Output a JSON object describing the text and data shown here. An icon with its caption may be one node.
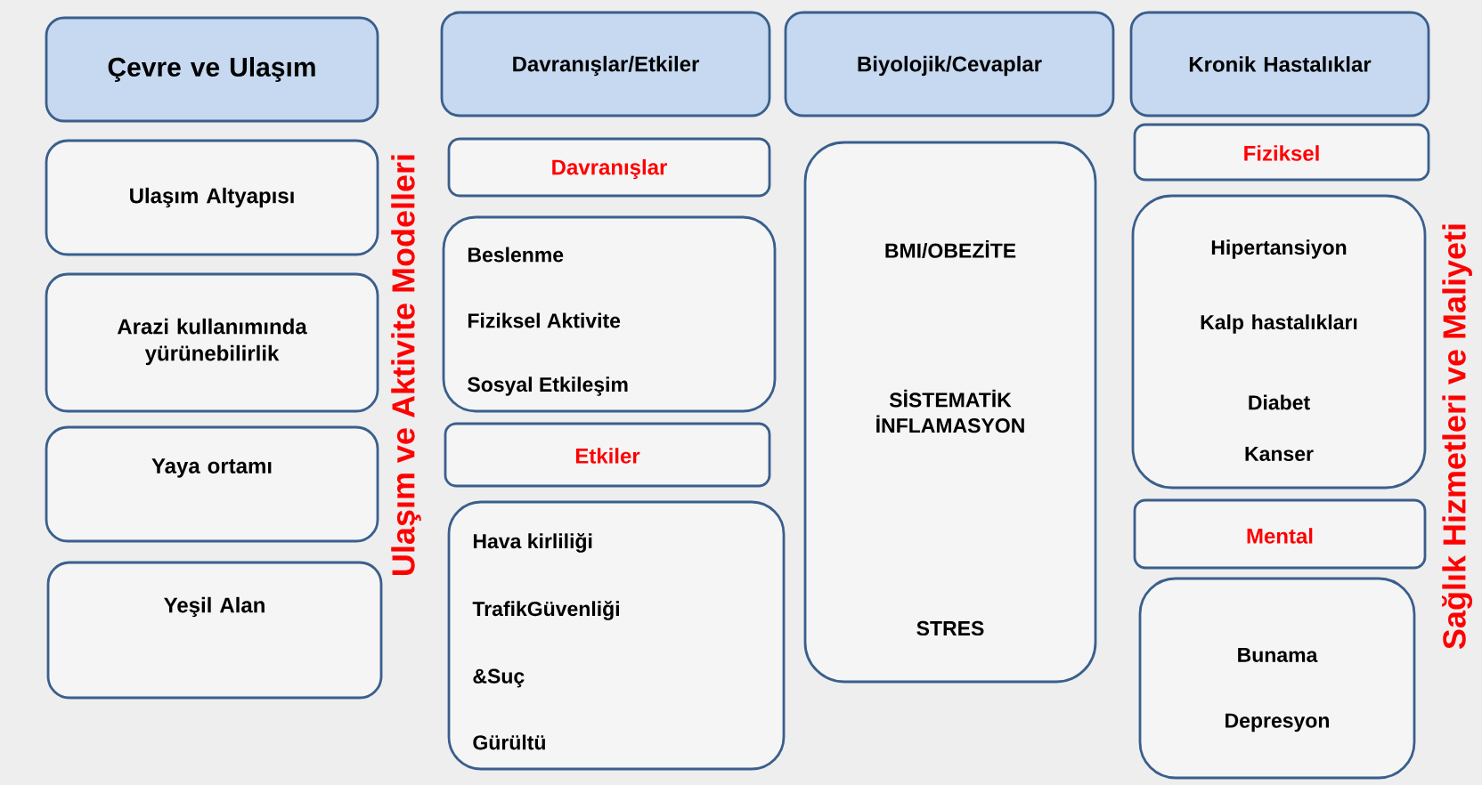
{
  "diagram": {
    "nodes": [
      {
        "text": [
          "Çevre ve Ulaşım"
        ]
      },
      {
        "text": [
          "Ulaşım Altyapısı"
        ]
      },
      {
        "text": [
          "Arazi kullanımında yürünebilirlik"
        ]
      },
      {
        "text": [
          "Yaya ortamı"
        ]
      },
      {
        "text": [
          "Yeşil Alan"
        ]
      },
      {
        "text": [
          "Davranışlar/Etkiler"
        ]
      },
      {
        "text": [
          "Davranışlar"
        ]
      },
      {
        "text": [
          "Beslenme",
          "Fiziksel Aktivite",
          "Sosyal Etkileşim"
        ]
      },
      {
        "text": [
          "Etkiler"
        ]
      },
      {
        "text": [
          "Hava kirliliği",
          "TrafikGüvenliği",
          "&Suç",
          "Gürültü"
        ]
      },
      {
        "text": [
          "Biyolojik/Cevaplar"
        ]
      },
      {
        "text": [
          "BMI/OBEZİTE",
          "SİSTEMATİK İNFLAMASYON",
          "STRES"
        ]
      },
      {
        "text": [
          "Kronik Hastalıklar"
        ]
      },
      {
        "text": [
          "Fiziksel"
        ]
      },
      {
        "text": [
          "Hipertansiyon",
          "Kalp hastalıkları",
          "Diabet",
          "Kanser"
        ]
      },
      {
        "text": [
          "Mental"
        ]
      },
      {
        "text": [
          "Bunama",
          "Depresyon"
        ]
      }
    ],
    "labels": [
      "Ulaşım ve Aktivite Modelleri",
      "Sağlık Hizmetleri ve Maliyeti"
    ]
  }
}
